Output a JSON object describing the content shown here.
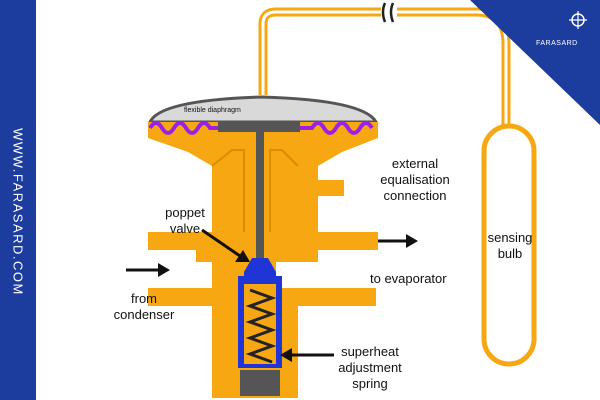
{
  "watermark": {
    "site": "WWW.FARASARD.COM",
    "brand": "FARASARD"
  },
  "colors": {
    "body": "#f7a712",
    "outline": "#e08a00",
    "stem": "#555555",
    "diaphragm": "#9b1fe8",
    "valve": "#1f35d6",
    "sidebar": "#1d3d9e",
    "arrow": "#111111"
  },
  "labels": {
    "diaphragm": "flexible diaphragm",
    "external_1": "external",
    "external_2": "equalisation",
    "external_3": "connection",
    "poppet_1": "poppet",
    "poppet_2": "valve",
    "from_1": "from",
    "from_2": "condenser",
    "to_evaporator": "to evaporator",
    "bulb_1": "sensing",
    "bulb_2": "bulb",
    "spring_1": "superheat",
    "spring_2": "adjustment",
    "spring_3": "spring"
  }
}
